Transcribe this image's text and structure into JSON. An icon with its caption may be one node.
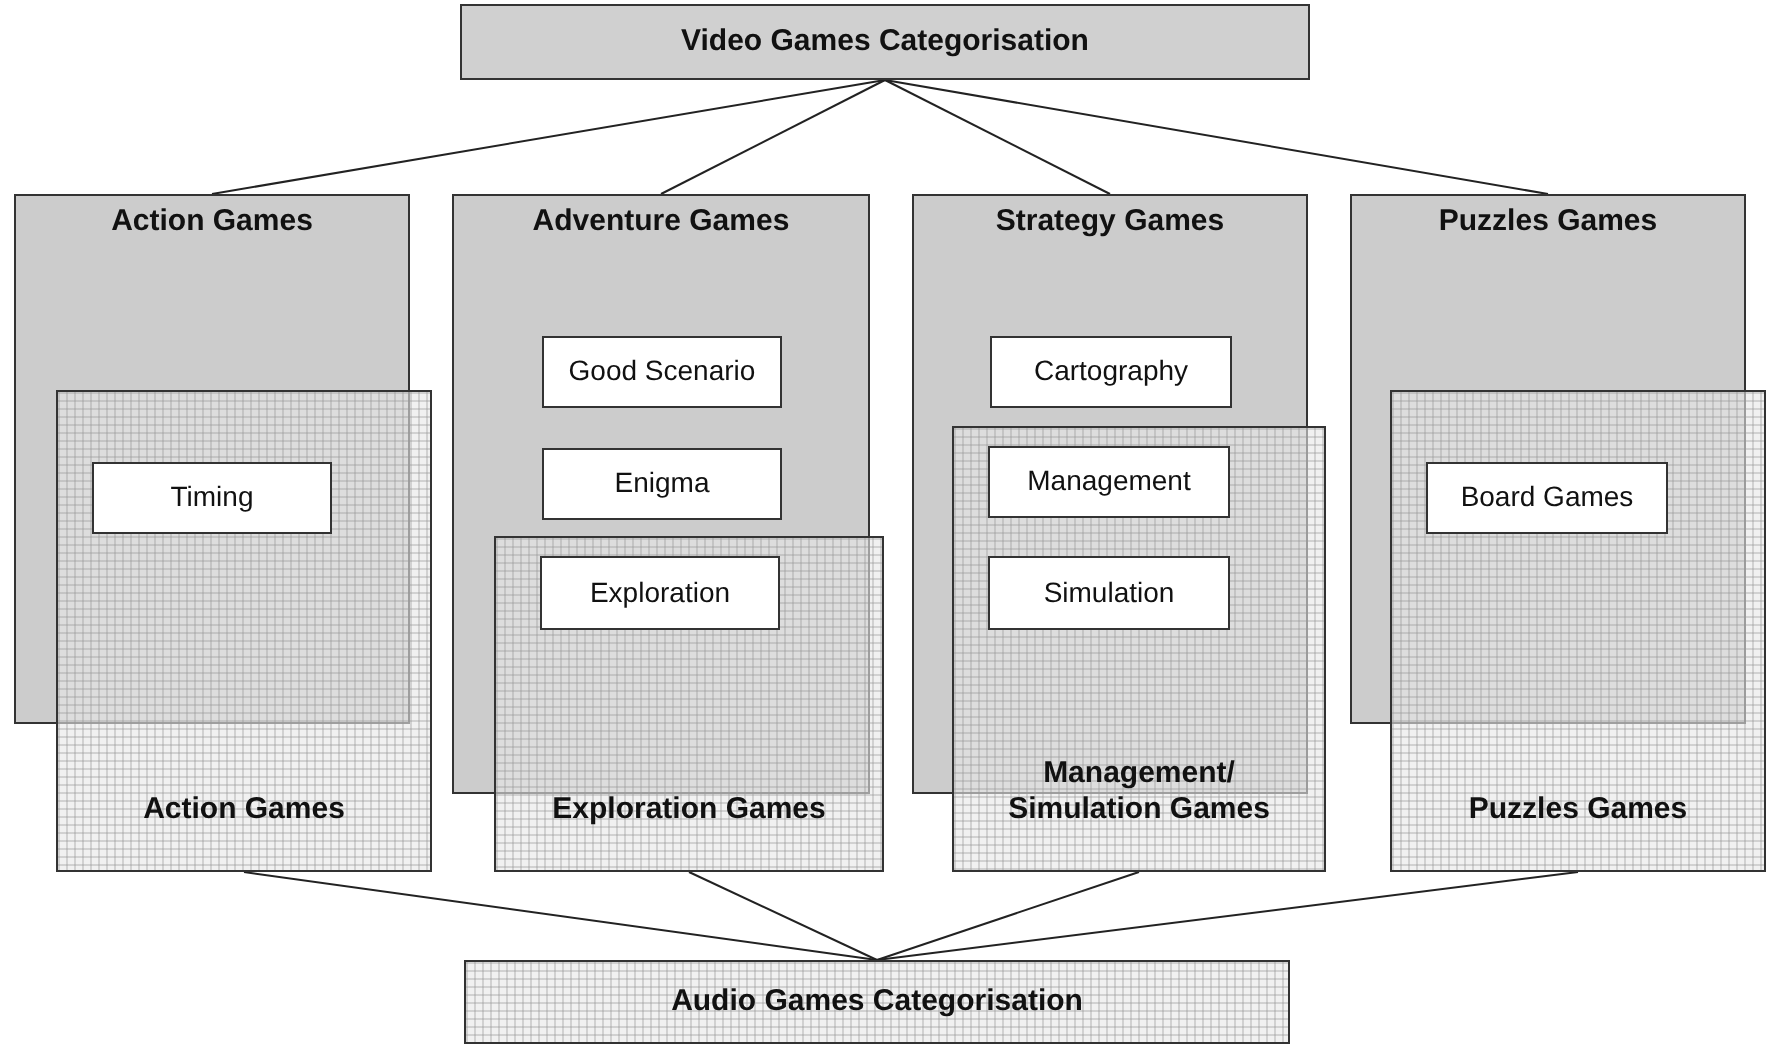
{
  "diagram": {
    "nodes": [
      {
        "text": [
          "Video Games Categorisation"
        ]
      },
      {
        "text": [
          "Action Games"
        ]
      },
      {
        "text": [
          "Timing"
        ]
      },
      {
        "text": [
          "Adventure Games"
        ]
      },
      {
        "text": [
          "Good Scenario"
        ],
        "in": 3
      },
      {
        "text": [
          "Enigma"
        ],
        "in": 3
      },
      {
        "text": [
          "Exploration"
        ]
      },
      {
        "text": [
          "Strategy Games"
        ]
      },
      {
        "text": [
          "Cartography"
        ],
        "in": 7
      },
      {
        "text": [
          "Management"
        ]
      },
      {
        "text": [
          "Simulation"
        ]
      },
      {
        "text": [
          "Puzzles Games"
        ]
      },
      {
        "text": [
          "Board Games"
        ]
      },
      {
        "text": [
          "Action Games"
        ]
      },
      {
        "text": [
          "Exploration Games"
        ]
      },
      {
        "text": [
          "Management/ Simulation Games"
        ]
      },
      {
        "text": [
          "Puzzles Games"
        ]
      },
      {
        "text": [
          "Audio Games Categorisation"
        ]
      }
    ],
    "edges": [
      {
        "from": 0,
        "to": 1,
        "arrow": "none"
      },
      {
        "from": 0,
        "to": 3,
        "arrow": "none"
      },
      {
        "from": 0,
        "to": 7,
        "arrow": "none"
      },
      {
        "from": 0,
        "to": 11,
        "arrow": "none"
      },
      {
        "from": 13,
        "to": 17,
        "arrow": "none"
      },
      {
        "from": 14,
        "to": 17,
        "arrow": "none"
      },
      {
        "from": 15,
        "to": 17,
        "arrow": "none"
      },
      {
        "from": 16,
        "to": 17,
        "arrow": "none"
      }
    ]
  }
}
